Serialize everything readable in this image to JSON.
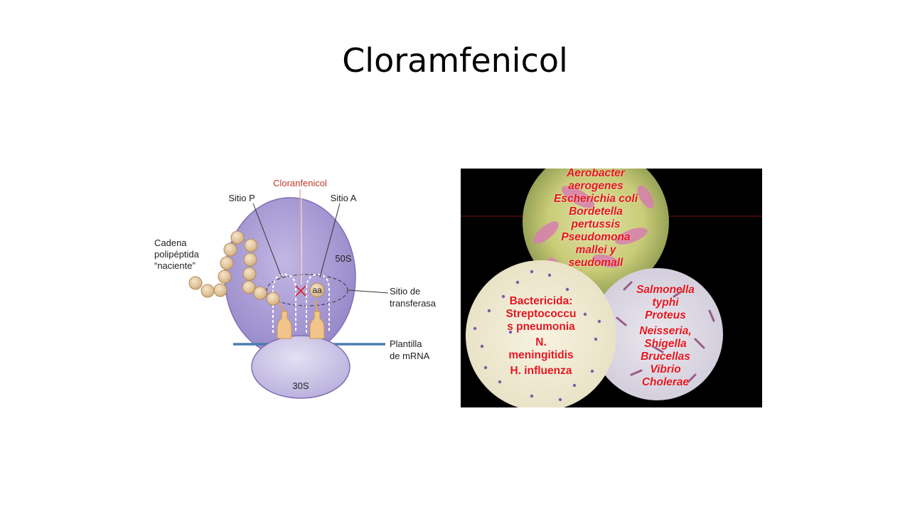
{
  "title": "Cloramfenicol",
  "diagram": {
    "antibiotic_label": "Cloranfenicol",
    "p_site_label": "Sitio P",
    "a_site_label": "Sitio A",
    "chain_label": [
      "Cadena",
      "polipéptida",
      "“naciente”"
    ],
    "large_subunit_label": "50S",
    "small_subunit_label": "30S",
    "aa_label": "aa",
    "transferase_label": [
      "Sitio de",
      "transferasa"
    ],
    "mrna_label": [
      "Plantilla",
      "de mRNA"
    ]
  },
  "bacteria": {
    "top_circle": [
      "Aerobacter",
      "aerogenes",
      "Escherichia coli",
      "Bordetella",
      "pertussis",
      "Pseudomona",
      "mallei y",
      "seudomall"
    ],
    "left_circle": [
      "Bactericida:",
      "Streptococcu",
      "s pneumonia",
      "",
      "N.",
      "meningitidis",
      "",
      "H. influenza"
    ],
    "right_circle": [
      "Salmonella",
      "typhi",
      "Proteus",
      "",
      "Neisseria,",
      "Shigella",
      "Brucellas",
      "Vibrio",
      "Cholerae"
    ]
  },
  "colors": {
    "subunit_fill": "#a99bd4",
    "subunit_stroke": "#7f6fb4",
    "small_subunit_fill": "#cbc4e6",
    "bead_fill": "#e6c9a0",
    "mrna_line": "#4a7fb0",
    "antibiotic_label": "#c0392b",
    "overlay_text": "#e8141c"
  }
}
